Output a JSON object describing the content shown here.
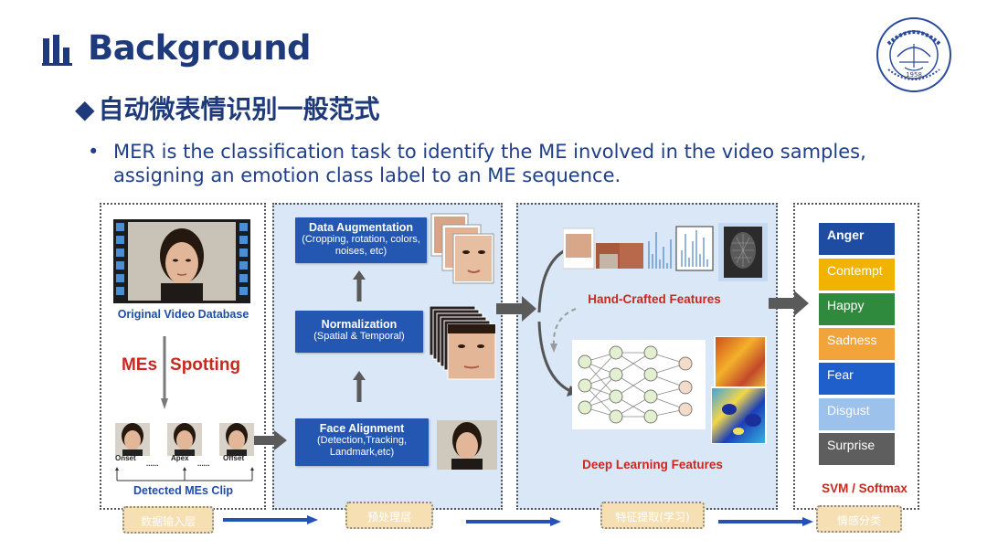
{
  "slide": {
    "title": "Background",
    "subtitle": "自动微表情识别一般范式",
    "subtitle_marker": "◆",
    "bullet_marker": "•",
    "bullet_text": "MER is the classification task to identify the ME involved in the video samples, assigning an emotion class label to an ME sequence.",
    "logo_year": "1958"
  },
  "panel1": {
    "video_label": "Original Video Database",
    "spotting_part1": "MEs",
    "spotting_part2": "Spotting",
    "onset": "Onset",
    "dots1": "......",
    "apex": "Apex",
    "dots2": "......",
    "offset": "Offset",
    "clip_label": "Detected MEs Clip"
  },
  "panel2": {
    "aug_title": "Data Augmentation",
    "aug_desc": "(Cropping, rotation, colors, noises, etc)",
    "norm_title": "Normalization",
    "norm_desc": "(Spatial & Temporal)",
    "align_title": "Face Alignment",
    "align_desc": "(Detection,Tracking, Landmark,etc)"
  },
  "panel3": {
    "hcf_label": "Hand-Crafted Features",
    "dlf_label": "Deep Learning Features"
  },
  "panel4": {
    "classes": [
      {
        "label": "Anger",
        "color": "#1f4ca3"
      },
      {
        "label": "Contempt",
        "color": "#f0b400"
      },
      {
        "label": "Happy",
        "color": "#2f8a3e"
      },
      {
        "label": "Sadness",
        "color": "#f0a43a"
      },
      {
        "label": "Fear",
        "color": "#1f5fcc"
      },
      {
        "label": "Disgust",
        "color": "#9cc1ea"
      },
      {
        "label": "Surprise",
        "color": "#5e5e5e"
      }
    ],
    "classifier_label": "SVM / Softmax"
  },
  "pipeline": {
    "stage1": "数据输入层",
    "stage2": "预处理层",
    "stage3": "特征提取(学习)",
    "stage4": "情感分类"
  },
  "colors": {
    "title_blue": "#1f3a7a",
    "accent_red": "#c8281d",
    "box_blue": "#2357b2",
    "panel_bg": "#dae7f6"
  }
}
